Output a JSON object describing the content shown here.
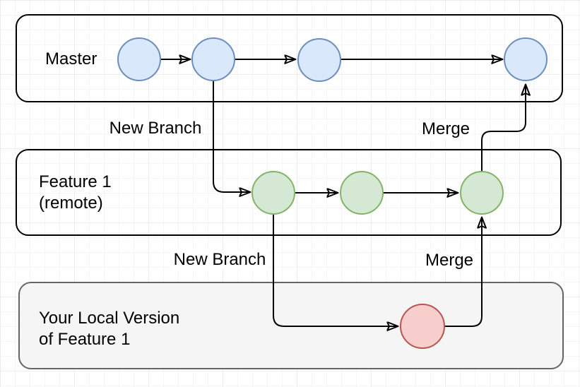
{
  "diagram_title": "git-branching-diagram",
  "lanes": [
    {
      "id": "master",
      "label": "Master"
    },
    {
      "id": "feature-remote",
      "label": "Feature 1\n(remote)"
    },
    {
      "id": "local",
      "label": "Your Local Version\nof Feature 1"
    }
  ],
  "nodes": {
    "master_commits": 4,
    "feature_remote_commits": 3,
    "local_commits": 1
  },
  "edges": [
    {
      "from": "master-1",
      "to": "master-2"
    },
    {
      "from": "master-2",
      "to": "master-3"
    },
    {
      "from": "master-3",
      "to": "master-4"
    },
    {
      "from": "master-2",
      "to": "feature-1",
      "label": "New Branch"
    },
    {
      "from": "feature-1",
      "to": "feature-2"
    },
    {
      "from": "feature-2",
      "to": "feature-3"
    },
    {
      "from": "feature-3",
      "to": "master-4",
      "label": "Merge"
    },
    {
      "from": "feature-1",
      "to": "local-1",
      "label": "New Branch"
    },
    {
      "from": "local-1",
      "to": "feature-3",
      "label": "Merge"
    }
  ],
  "colors": {
    "master_node_fill": "#dae8fc",
    "master_node_stroke": "#6c8ebf",
    "feature_node_fill": "#d5e8d4",
    "feature_node_stroke": "#82b366",
    "local_node_fill": "#f8cecc",
    "local_node_stroke": "#b85450",
    "lane_stroke": "#000000",
    "local_lane_fill": "#f5f5f5",
    "local_lane_stroke": "#666666",
    "edge_color": "#000000",
    "grid_color": "#f0f0f0",
    "background": "#ffffff"
  }
}
